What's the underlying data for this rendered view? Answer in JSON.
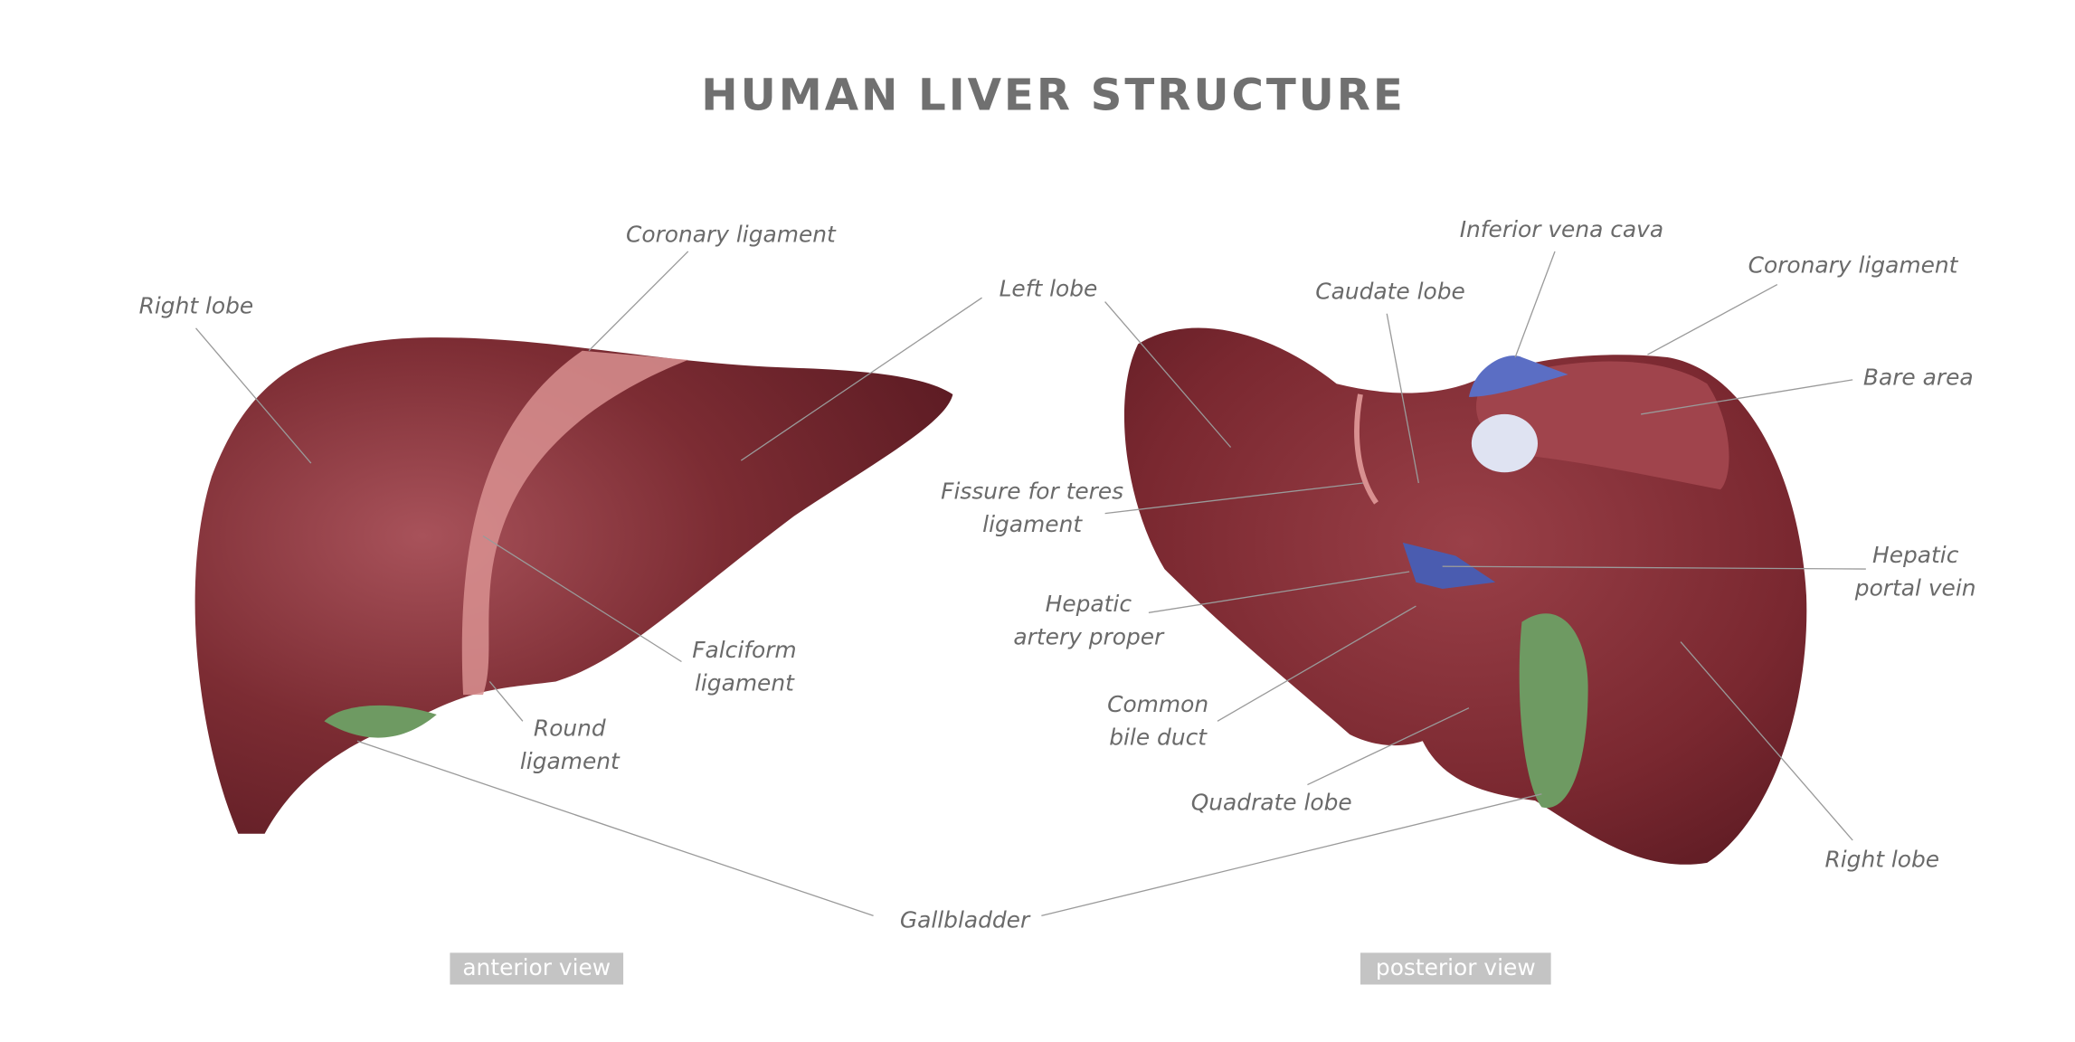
{
  "title": "HUMAN LIVER STRUCTURE",
  "anterior": {
    "badge": "anterior view",
    "labels": {
      "coronary_ligament": "Coronary ligament",
      "right_lobe": "Right lobe",
      "left_lobe": "Left lobe",
      "falciform_1": "Falciform",
      "falciform_2": "ligament",
      "round_1": "Round",
      "round_2": "ligament"
    }
  },
  "shared": {
    "gallbladder": "Gallbladder"
  },
  "posterior": {
    "badge": "posterior view",
    "labels": {
      "ivc": "Inferior vena cava",
      "caudate_lobe": "Caudate lobe",
      "coronary_ligament": "Coronary ligament",
      "bare_area": "Bare area",
      "fissure_1": "Fissure for teres",
      "fissure_2": "ligament",
      "portal_1": "Hepatic",
      "portal_2": "portal vein",
      "artery_1": "Hepatic",
      "artery_2": "artery proper",
      "bile_1": "Common",
      "bile_2": "bile duct",
      "quadrate_lobe": "Quadrate lobe",
      "right_lobe": "Right lobe"
    }
  },
  "colors": {
    "liver": "#7a2a30",
    "gallbladder": "#6e9a62",
    "vein": "#5b6ec4",
    "text": "#6a6a6a",
    "badge": "#c4c4c4"
  }
}
